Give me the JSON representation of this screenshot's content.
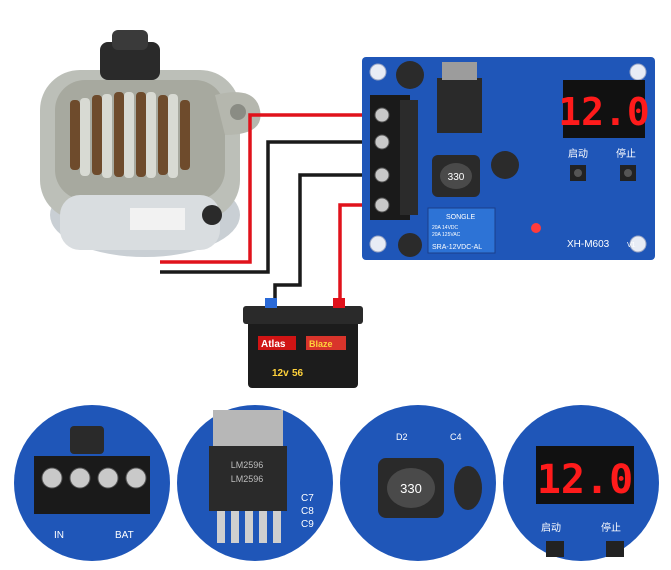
{
  "board": {
    "model": "XH-M603",
    "version": "V1",
    "display_value": "12.0",
    "inductor_code": "330",
    "relay_label": "SRA-12VDC-AL",
    "relay_brand": "SONGLE",
    "relay_rating_1": "20A 14VDC",
    "relay_rating_2": "20A 125VAC",
    "start_label": "启动",
    "stop_label": "停止"
  },
  "battery": {
    "brand": "Atlas",
    "brand2": "Blaze",
    "voltage_label": "12v",
    "capacity_label": "56"
  },
  "details": {
    "terminal_in_label": "IN",
    "terminal_bat_label": "BAT",
    "regulator_chip_1": "LM2596",
    "regulator_chip_2": "LM2596",
    "cap_labels": [
      "C7",
      "C8",
      "C9"
    ],
    "diode_label": "D2",
    "cap_c4": "C4",
    "inductor_code": "330",
    "display_value": "12.0",
    "start_label": "启动",
    "stop_label": "停止"
  },
  "colors": {
    "pcb_blue": "#1f56b8",
    "wire_red": "#e0121b",
    "wire_black": "#1a1a1a",
    "segment_red": "#ff1b1b"
  }
}
